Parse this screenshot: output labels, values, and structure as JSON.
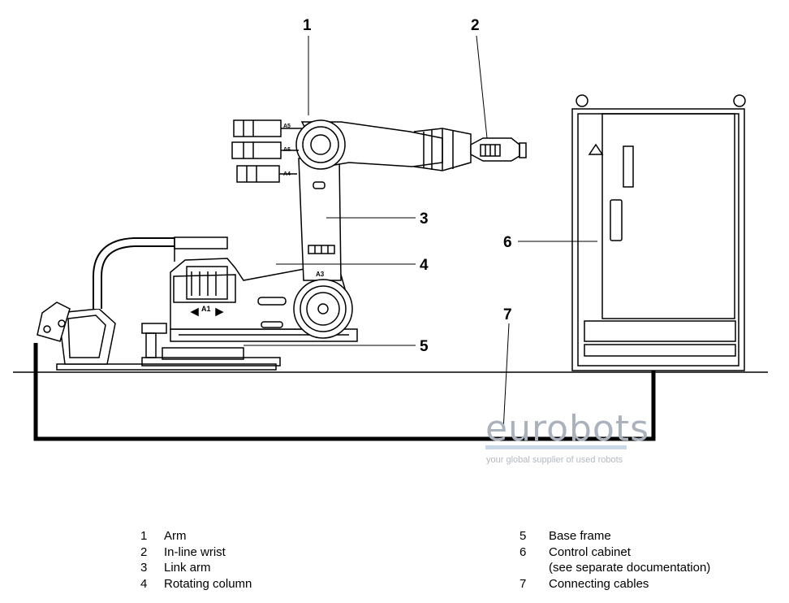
{
  "callouts": [
    {
      "id": "1",
      "text": "1"
    },
    {
      "id": "2",
      "text": "2"
    },
    {
      "id": "3",
      "text": "3"
    },
    {
      "id": "4",
      "text": "4"
    },
    {
      "id": "5",
      "text": "5"
    },
    {
      "id": "6",
      "text": "6"
    },
    {
      "id": "7",
      "text": "7"
    }
  ],
  "robot_marks": {
    "a1": "A1",
    "a3": "A3",
    "a4": "A4",
    "a5": "A5",
    "a6": "A6"
  },
  "watermark": {
    "brand": "eurobots",
    "tagline": "your global supplier of used robots"
  },
  "legend": {
    "left": [
      {
        "num": "1",
        "label": "Arm"
      },
      {
        "num": "2",
        "label": "In-line wrist"
      },
      {
        "num": "3",
        "label": "Link arm"
      },
      {
        "num": "4",
        "label": "Rotating column"
      }
    ],
    "right": [
      {
        "num": "5",
        "label": "Base frame"
      },
      {
        "num": "6",
        "label": "Control cabinet"
      },
      {
        "num": "",
        "label": "(see separate documentation)"
      },
      {
        "num": "7",
        "label": "Connecting cables"
      }
    ]
  }
}
